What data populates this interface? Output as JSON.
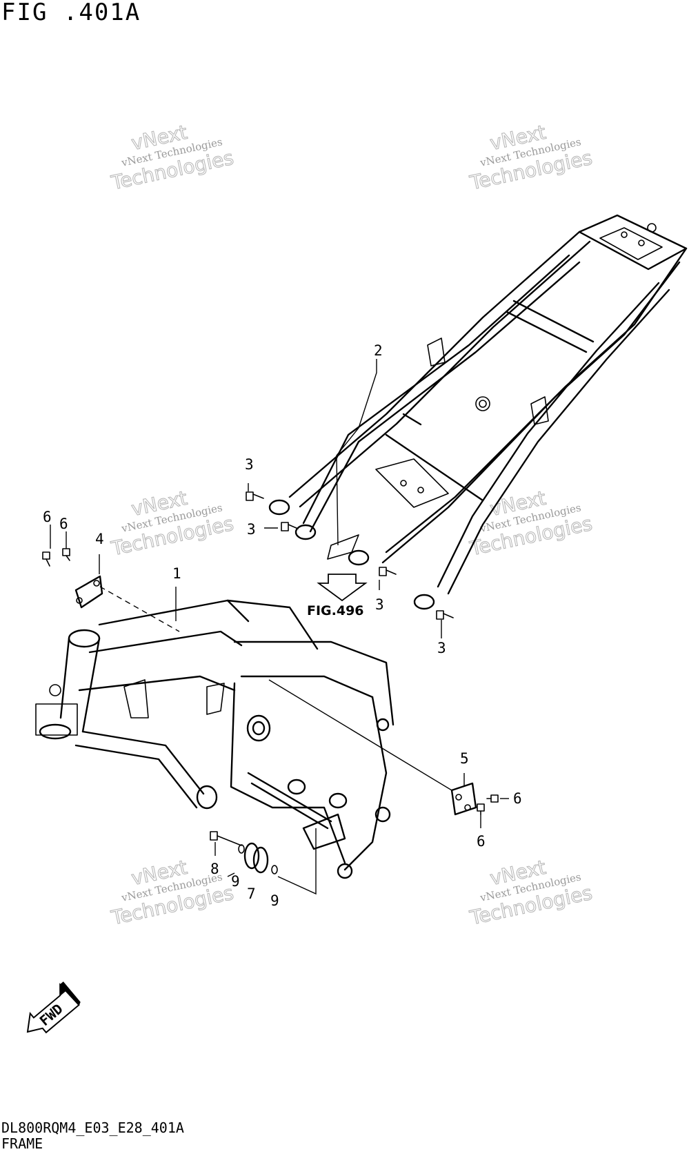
{
  "figure": {
    "title": "FIG .401A",
    "code": "DL800RQM4_E03_E28_401A",
    "name": "FRAME"
  },
  "fig_reference": "FIG.496",
  "fwd_label": "FWD",
  "watermark": {
    "line1": "vNext Technologies",
    "line2": "vNext",
    "line3": "Technologies"
  },
  "callouts": [
    {
      "id": "c1",
      "label": "1"
    },
    {
      "id": "c2",
      "label": "2"
    },
    {
      "id": "c3a",
      "label": "3"
    },
    {
      "id": "c3b",
      "label": "3"
    },
    {
      "id": "c3c",
      "label": "3"
    },
    {
      "id": "c3d",
      "label": "3"
    },
    {
      "id": "c4",
      "label": "4"
    },
    {
      "id": "c5",
      "label": "5"
    },
    {
      "id": "c6a",
      "label": "6"
    },
    {
      "id": "c6b",
      "label": "6"
    },
    {
      "id": "c6c",
      "label": "6"
    },
    {
      "id": "c6d",
      "label": "6"
    },
    {
      "id": "c7",
      "label": "7"
    },
    {
      "id": "c8",
      "label": "8"
    },
    {
      "id": "c9a",
      "label": "9"
    },
    {
      "id": "c9b",
      "label": "9"
    }
  ],
  "colors": {
    "line": "#000000",
    "watermark": "#9a9a9a",
    "background": "#ffffff"
  }
}
